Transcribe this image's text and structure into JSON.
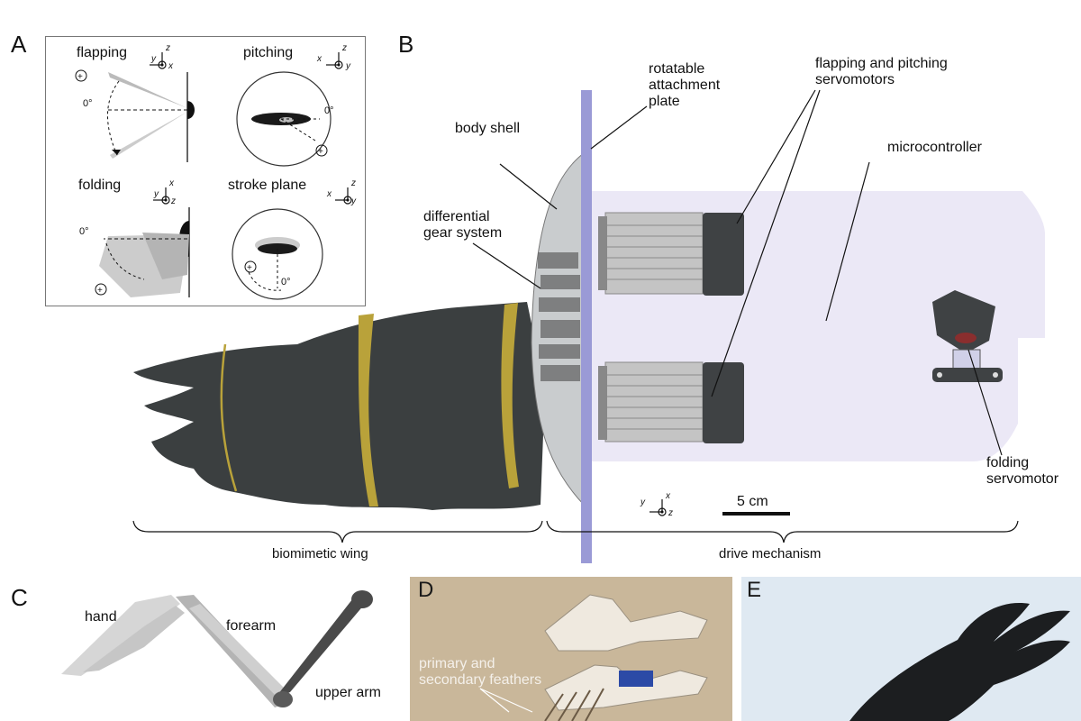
{
  "panels": {
    "a": "A",
    "b": "B",
    "c": "C",
    "d": "D",
    "e": "E"
  },
  "panel_a": {
    "flapping": "flapping",
    "pitching": "pitching",
    "folding": "folding",
    "stroke_plane": "stroke plane",
    "zero_deg": "0°"
  },
  "panel_b": {
    "rotatable_plate": "rotatable\nattachment\nplate",
    "servos": "flapping and pitching\nservomotors",
    "body_shell": "body shell",
    "microcontroller": "microcontroller",
    "gear": "differential\ngear system",
    "folding_servo": "folding\nservomotor",
    "scale": "5 cm",
    "wing": "biomimetic wing",
    "drive": "drive mechanism"
  },
  "panel_c": {
    "hand": "hand",
    "forearm": "forearm",
    "upper_arm": "upper arm"
  },
  "panel_d": {
    "feathers": "primary and\nsecondary feathers"
  },
  "colors": {
    "plate": "#9a9ad6",
    "drive_bg": "#ebe8f6",
    "feather": "#3a3e3f",
    "band": "#b9a23a",
    "panel_d_bg": "#c9b79a",
    "panel_e_bg": "#dfe9f2"
  },
  "icons": [
    "plus-sign-icon",
    "axis-triad-icon"
  ]
}
